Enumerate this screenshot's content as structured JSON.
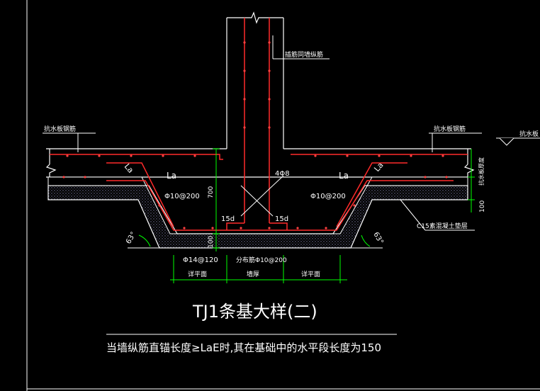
{
  "colors": {
    "background": "#000000",
    "concrete": "#ffffff",
    "rebar": "#ff2a2a",
    "rebar_dot": "#ff4040",
    "dim": "#00ff00",
    "text": "#ffffff",
    "hatch": "#6a6a8a"
  },
  "labels": {
    "wall_rebar": "插筋同墙纵筋",
    "waterproof_left": "抗水板钢筋",
    "waterproof_right": "抗水板钢筋",
    "waterproof_far_right": "抗水板",
    "slab_thickness": "抗水板厚度",
    "la_left": "La",
    "la_right": "La",
    "la_left_diag": "La",
    "la_right_diag": "La",
    "stirrup_left": "Φ10@200",
    "stirrup_right": "Φ10@200",
    "cross_bar": "4Φ8",
    "fifteen_d_left": "15d",
    "fifteen_d_right": "15d",
    "angle_left": "63°",
    "angle_right": "63°",
    "cushion": "C15素混凝土垫层",
    "dim_700": "700",
    "dim_100_right": "100",
    "dim_100_bottom": "100",
    "bottom_bar": "Φ14@120",
    "distribution_bar": "分布筋Φ10@200",
    "see_plan_left": "详平面",
    "wall_thickness": "墙厚",
    "see_plan_right": "详平面"
  },
  "title": "TJ1条基大样(二)",
  "note": "当墙纵筋直锚长度≥LaE时,其在基础中的水平段长度为150"
}
